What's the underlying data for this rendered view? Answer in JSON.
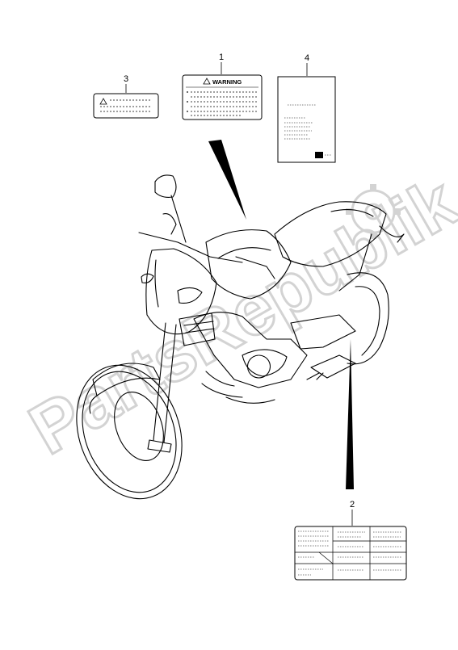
{
  "callouts": [
    {
      "id": "label-1",
      "number": "1"
    },
    {
      "id": "label-2",
      "number": "2"
    },
    {
      "id": "label-3",
      "number": "3"
    },
    {
      "id": "label-4",
      "number": "4"
    }
  ],
  "warning_label": {
    "title": "WARNING"
  },
  "watermark": {
    "text": "PartsRepublik"
  },
  "colors": {
    "line": "#000000",
    "background": "#ffffff",
    "watermark": "#d9d9d9"
  },
  "icons": [
    "warning-triangle-icon",
    "gear-icon"
  ]
}
